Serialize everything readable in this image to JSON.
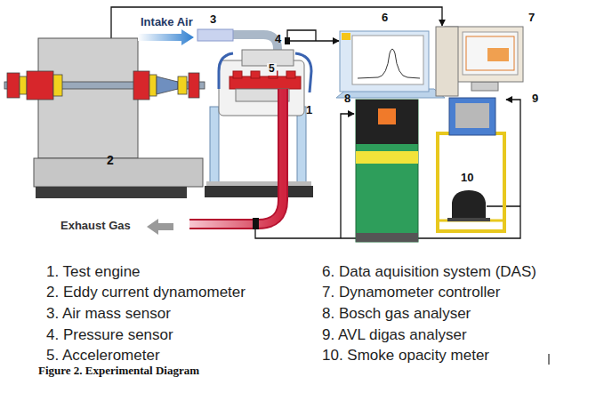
{
  "diagram": {
    "caption": "Figure 2. Experimental Diagram",
    "labels": [
      "Intake Air",
      "3",
      "4",
      "6",
      "7",
      "5",
      "1",
      "2",
      "8",
      "9",
      "10",
      "Exhaust Gas",
      "1. Test engine",
      "2. Eddy current dynamometer",
      "3. Air mass sensor",
      "4. Pressure sensor",
      "5. Accelerometer",
      "6. Data aquisition system (DAS)",
      "7. Dynamometer controller",
      "8. Bosch gas analyser",
      "9. AVL digas analyser",
      "10. Smoke opacity meter"
    ]
  }
}
